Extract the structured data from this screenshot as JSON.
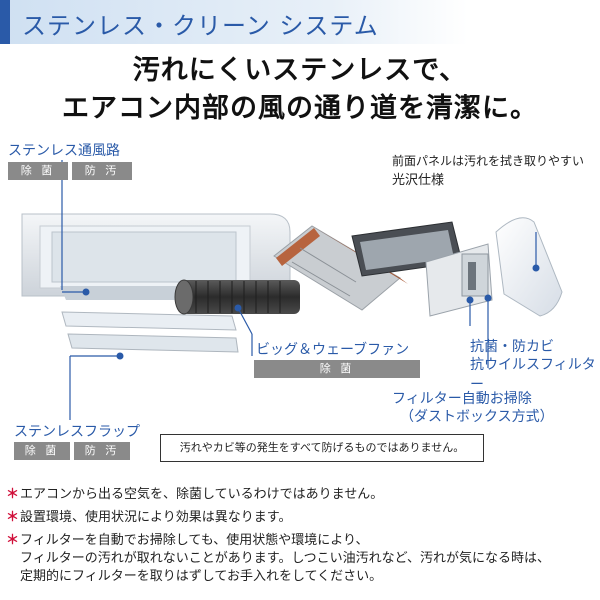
{
  "header": {
    "title": "ステンレス・クリーン システム"
  },
  "headline": {
    "line1": "汚れにくいステンレスで、",
    "line2": "エアコン内部の風の通り道を清潔に。"
  },
  "labels": {
    "airway": {
      "title": "ステンレス通風路",
      "tags": [
        "除 菌",
        "防 汚"
      ]
    },
    "panel": {
      "line1": "前面パネルは汚れを拭き取りやすい",
      "line2": "光沢仕様"
    },
    "fan": {
      "title": "ビッグ＆ウェーブファン",
      "tag": "除 菌"
    },
    "filter_coating": {
      "line1": "抗菌・防カビ",
      "line2": "抗ウイルスフィルター"
    },
    "auto_clean": {
      "line1": "フィルター自動お掃除",
      "line2": "（ダストボックス方式）"
    },
    "flap": {
      "title": "ステンレスフラップ",
      "tags": [
        "除 菌",
        "防 汚"
      ]
    }
  },
  "notice": "汚れやカビ等の発生をすべて防げるものではありません。",
  "notes": [
    {
      "mark": "＊",
      "lines": [
        "エアコンから出る空気を、除菌しているわけではありません。"
      ]
    },
    {
      "mark": "＊",
      "lines": [
        "設置環境、使用状況により効果は異なります。"
      ]
    },
    {
      "mark": "＊",
      "lines": [
        "フィルターを自動でお掃除しても、使用状態や環境により、",
        "フィルターの汚れが取れないことがあります。しつこい油汚れなど、汚れが気になる時は、",
        "定期的にフィルターを取りはずしてお手入れをしてください。"
      ]
    }
  ],
  "colors": {
    "accent": "#2a5aa8",
    "tag_bg": "#8a8a8a",
    "warning": "#d0103a"
  }
}
